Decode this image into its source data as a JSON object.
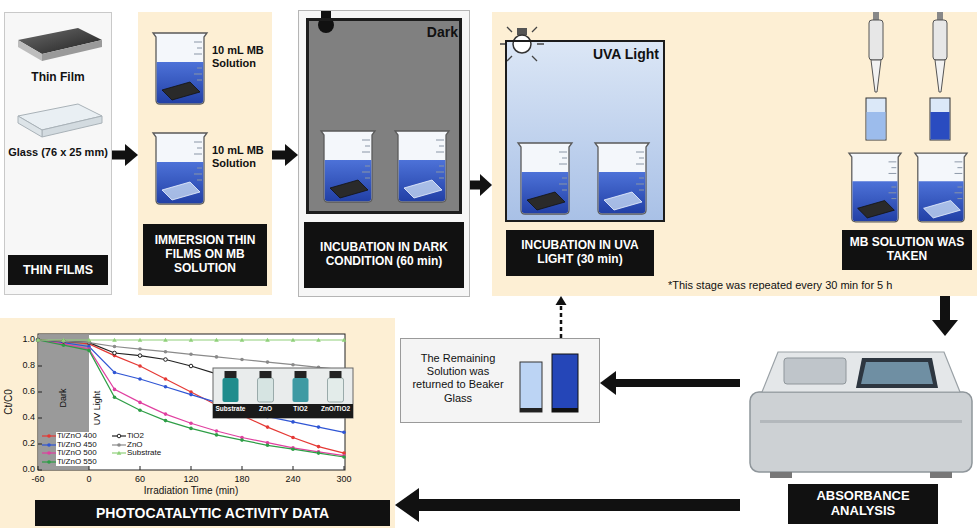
{
  "diagram": {
    "nodes": [
      {
        "text": [
          "Thin Film",
          "Glass (76 x 25 mm)",
          "THIN FILMS"
        ]
      },
      {
        "text": [
          "10 mL MB Solution",
          "10 mL MB Solution",
          "IMMERSION THIN FILMS ON MB SOLUTION"
        ]
      },
      {
        "text": [
          "INCUBATION IN DARK CONDITION (60 min)"
        ]
      },
      {
        "text": [
          "Dark"
        ],
        "in": 2
      },
      {
        "text": [
          "INCUBATION IN UVA LIGHT (30 min)",
          "MB SOLUTION WAS TAKEN",
          "*This stage was repeated every 30 min for 5 h"
        ]
      },
      {
        "text": [
          "UVA Light"
        ],
        "in": 4
      },
      {
        "text": [
          "PHOTOCATALYTIC ACTIVITY DATA"
        ]
      },
      {
        "text": [
          "The Remaining Solution was returned to Beaker Glass"
        ]
      },
      {
        "text": [
          "ABSORBANCE ANALYSIS"
        ]
      }
    ],
    "edges": [
      {
        "from": 0,
        "to": 1,
        "arrow": "to"
      },
      {
        "from": 1,
        "to": 2,
        "arrow": "to"
      },
      {
        "from": 2,
        "to": 4,
        "arrow": "to"
      },
      {
        "from": 4,
        "to": 8,
        "arrow": "to"
      },
      {
        "from": 8,
        "to": 7,
        "arrow": "to"
      },
      {
        "from": 7,
        "to": 4,
        "arrow": "to"
      },
      {
        "from": 8,
        "to": 6,
        "arrow": "to"
      }
    ],
    "labels": [
      "1.0",
      "0.8",
      "0.6",
      "0.4",
      "0.2",
      "0.0",
      "-60",
      "0",
      "60",
      "120",
      "180",
      "240",
      "300",
      "Irradiation Time (min)",
      "Ct/C0",
      "Dark",
      "UV Light",
      "Substrate",
      "ZnO",
      "TiO2",
      "ZnO/TiO2"
    ],
    "legend": [
      {
        "text": "Ti/ZnO 400"
      },
      {
        "text": "Ti/ZnO 450"
      },
      {
        "text": "Ti/ZnO 500"
      },
      {
        "text": "Ti/ZnO 550"
      },
      {
        "text": "TiO2"
      },
      {
        "text": "ZnO"
      },
      {
        "text": "Substrate"
      }
    ]
  }
}
